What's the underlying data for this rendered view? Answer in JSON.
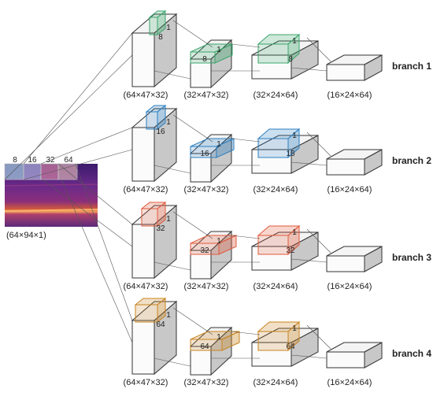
{
  "input": {
    "dim_label": "(64×94×1)",
    "filter_labels": [
      "8",
      "16",
      "32",
      "64"
    ]
  },
  "colors": {
    "branch1": "#3aa56b",
    "branch2": "#2d7fc1",
    "branch3": "#e05a3c",
    "branch4": "#c9831f"
  },
  "branches": [
    {
      "label": "branch 1",
      "kernel": "8",
      "depth_mark": "1",
      "dims": [
        "(64×47×32)",
        "(32×47×32)",
        "(32×24×64)",
        "(16×24×64)"
      ]
    },
    {
      "label": "branch 2",
      "kernel": "16",
      "depth_mark": "1",
      "dims": [
        "(64×47×32)",
        "(32×47×32)",
        "(32×24×64)",
        "(16×24×64)"
      ]
    },
    {
      "label": "branch 3",
      "kernel": "32",
      "depth_mark": "1",
      "dims": [
        "(64×47×32)",
        "(32×47×32)",
        "(32×24×64)",
        "(16×24×64)"
      ]
    },
    {
      "label": "branch 4",
      "kernel": "64",
      "depth_mark": "1",
      "dims": [
        "(64×47×32)",
        "(32×47×32)",
        "(32×24×64)",
        "(16×24×64)"
      ]
    }
  ]
}
